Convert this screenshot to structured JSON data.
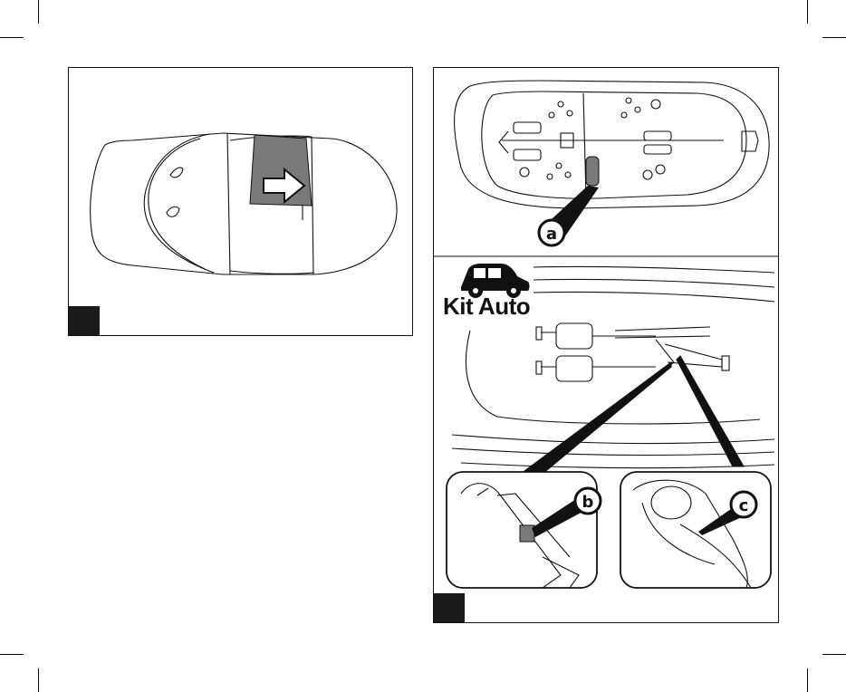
{
  "labels": {
    "a": "a",
    "b": "b",
    "c": "c"
  },
  "kit_title": "Kit Auto",
  "icons": {
    "car": "car-icon",
    "arrow": "arrow-right-icon"
  },
  "colors": {
    "ink": "#111111",
    "grey_fill": "#7a7a7a",
    "corner_fill": "#1a1a1a"
  }
}
